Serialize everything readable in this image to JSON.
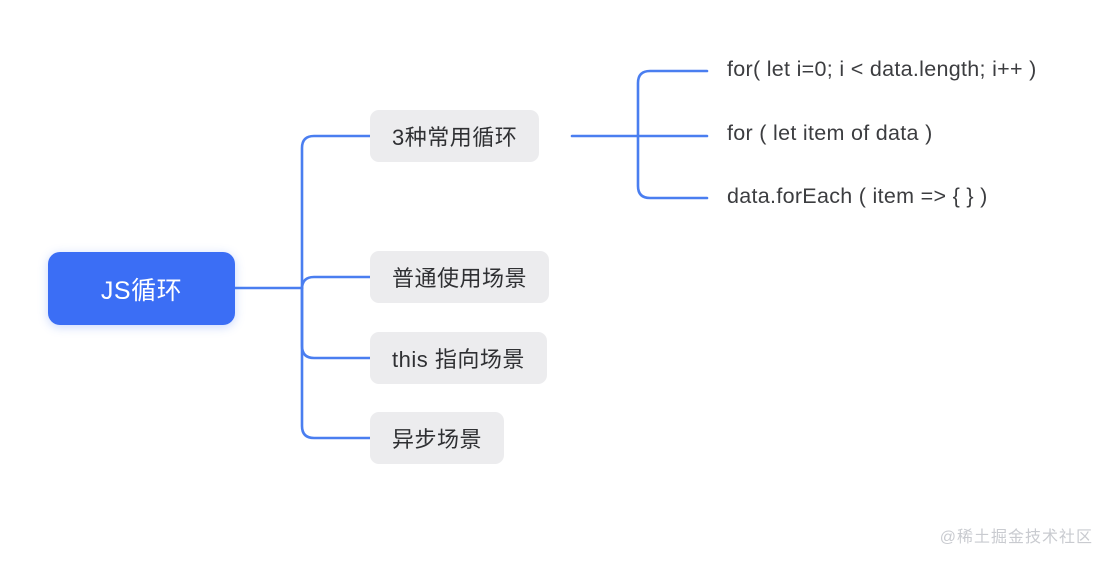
{
  "diagram": {
    "type": "mindmap",
    "background": "#ffffff",
    "root": {
      "label": "JS循环",
      "color": "#3b6ef5",
      "text_color": "#ffffff"
    },
    "branch_color": "#4a7ef0",
    "branch_box_color": "#ececee",
    "branch_text_color": "#2f3033",
    "branches": [
      {
        "label": "3种常用循环",
        "children": [
          {
            "label": "for( let i=0; i < data.length; i++ )"
          },
          {
            "label": "for ( let item of data )"
          },
          {
            "label": "data.forEach ( item => { } )"
          }
        ]
      },
      {
        "label": "普通使用场景",
        "children": []
      },
      {
        "label": "this 指向场景",
        "children": []
      },
      {
        "label": "异步场景",
        "children": []
      }
    ]
  },
  "watermark": {
    "text": "@稀土掘金技术社区"
  }
}
